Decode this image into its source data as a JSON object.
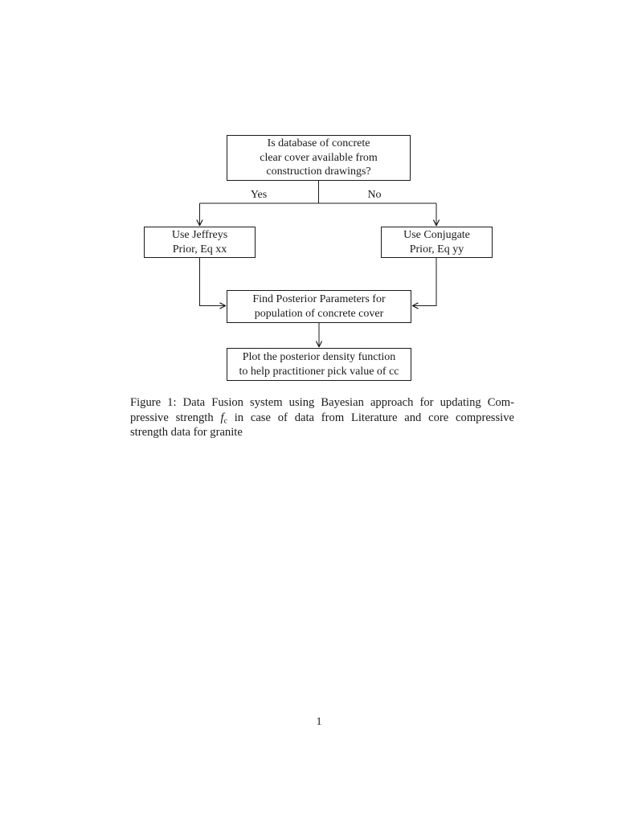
{
  "document": {
    "page_number": "1",
    "ink_color": "#1a1a1a",
    "background_color": "#ffffff"
  },
  "flowchart": {
    "nodes": {
      "question": "Is database of concrete\nclear cover available from\nconstruction drawings?",
      "jeffreys_prior": "Use Jeffreys\nPrior, Eq xx",
      "conjugate_prior": "Use Conjugate\nPrior, Eq yy",
      "posterior_parameters": "Find Posterior Parameters for\npopulation of concrete cover",
      "plot_density": "Plot the posterior density function\nto help practitioner pick value of cc"
    },
    "edge_labels": {
      "yes": "Yes",
      "no": "No"
    }
  },
  "caption": {
    "line1": "Figure 1: Data Fusion system using Bayesian approach for updating Com-",
    "line2_pre": "pressive strength ",
    "math_variable": "f",
    "math_subscript": "c",
    "line2_post": " in case of data from Literature and core compressive",
    "line3": "strength data for granite"
  }
}
